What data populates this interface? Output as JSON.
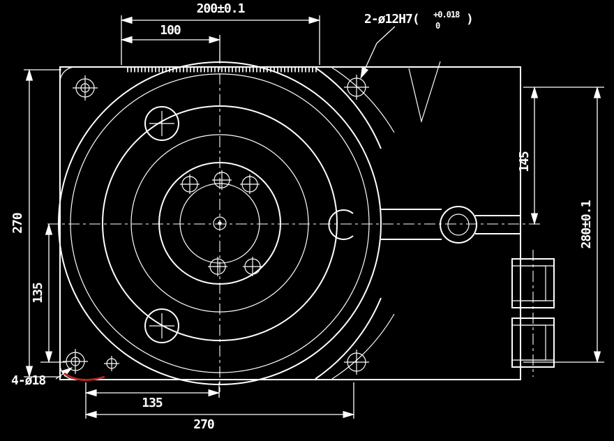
{
  "drawing": {
    "kind": "mechanical engineering drawing, top view of rotary flange plate",
    "colors": {
      "background": "#000000",
      "line": "#ffffff",
      "accent": "#b62420"
    },
    "dims": {
      "top_total": "200±0.1",
      "top_half": "100",
      "left_height": "270",
      "left_half": "135",
      "bottom_half": "135",
      "bottom_total": "270",
      "right_half": "145",
      "right_total": "280±0.1",
      "corner_holes": "4-ø18",
      "pin_callout_prefix": "2-ø12H7(",
      "pin_callout_tol_upper": "+0.018",
      "pin_callout_tol_lower": "0",
      "pin_callout_suffix": ")"
    }
  }
}
